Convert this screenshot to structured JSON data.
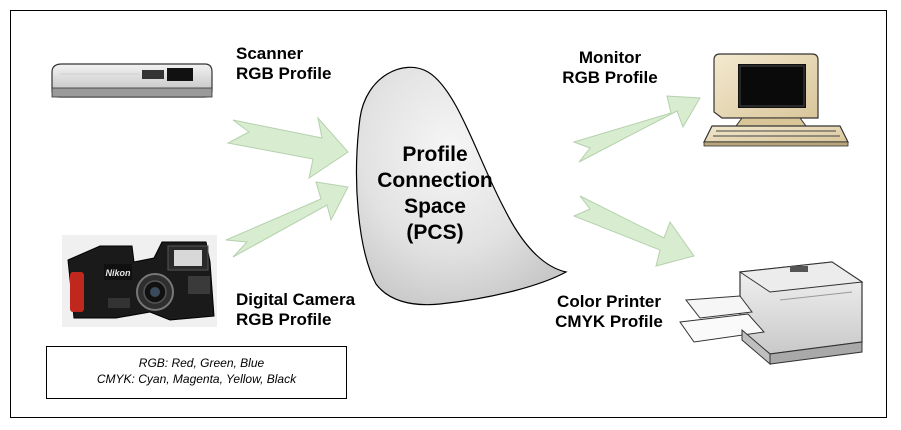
{
  "devices": {
    "scanner": {
      "name": "Scanner",
      "profile": "RGB Profile"
    },
    "camera": {
      "name": "Digital Camera",
      "profile": "RGB Profile"
    },
    "monitor": {
      "name": "Monitor",
      "profile": "RGB Profile"
    },
    "printer": {
      "name": "Color Printer",
      "profile": "CMYK Profile"
    }
  },
  "pcs": {
    "line1": "Profile",
    "line2": "Connection",
    "line3": "Space",
    "line4": "(PCS)"
  },
  "legend": {
    "rgb": "RGB:  Red, Green, Blue",
    "cmyk": "CMYK:  Cyan, Magenta, Yellow, Black"
  },
  "camera_brand": "Nikon",
  "colors": {
    "arrow_fill": "#d8ecd0",
    "arrow_stroke": "#b8d4b0",
    "pcs_fill_light": "#f4f4f4",
    "pcs_fill_dark": "#cfcfcf"
  }
}
